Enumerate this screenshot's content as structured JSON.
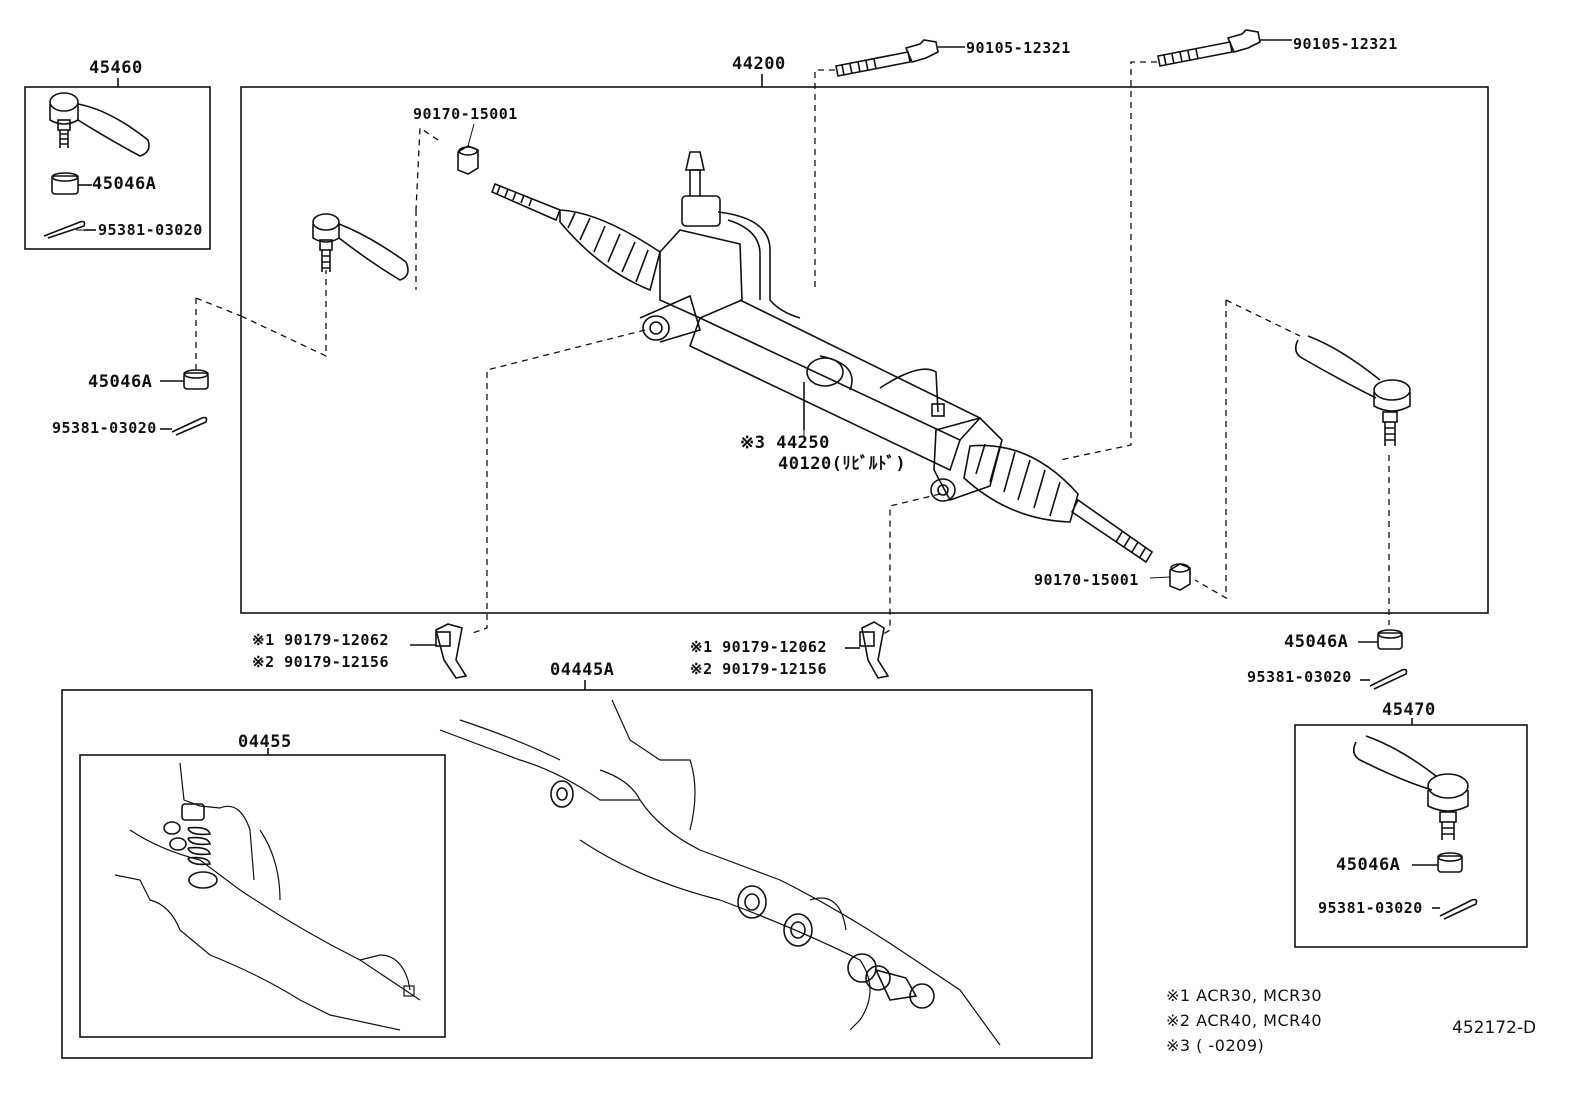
{
  "diagram": {
    "drawing_number": "452172-D",
    "assemblies": {
      "top_left_box": "45460",
      "main_box": "44200",
      "bottom_right_box": "45470",
      "gasket_kit_box": "04445A",
      "valve_kit_box": "04455"
    },
    "parts": {
      "bolt_left": "90105-12321",
      "bolt_right": "90105-12321",
      "nut_top": "90170-15001",
      "nut_bottom": "90170-15001",
      "gear_assembly_note": "※3 44250",
      "gear_rebuilt": "40120(ﾘﾋﾞﾙﾄﾞ)",
      "box_left_castle_nut": "45046A",
      "box_left_cotter_pin": "95381-03020",
      "left_castle_nut": "45046A",
      "left_cotter_pin": "95381-03020",
      "right_castle_nut": "45046A",
      "right_cotter_pin": "95381-03020",
      "box_right_castle_nut": "45046A",
      "box_right_cotter_pin": "95381-03020",
      "bracket_left_1": "※1 90179-12062",
      "bracket_left_2": "※2 90179-12156",
      "bracket_right_1": "※1 90179-12062",
      "bracket_right_2": "※2 90179-12156"
    },
    "notes": [
      "※1  ACR30, MCR30",
      "※2  ACR40, MCR40",
      "※3  (       -0209)"
    ]
  }
}
